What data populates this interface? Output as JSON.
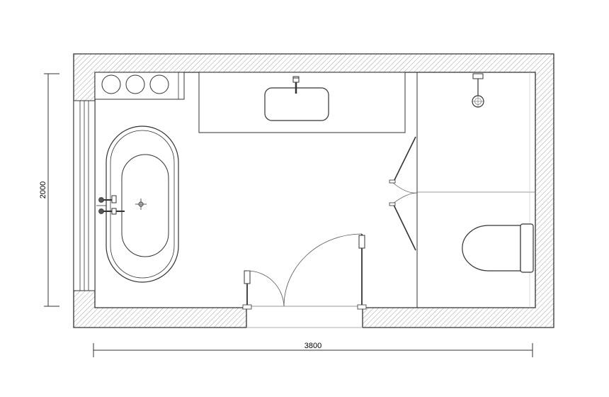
{
  "drawing": {
    "type": "bathroom floor plan",
    "dimensions": {
      "width_label": "3800",
      "height_label": "2000"
    },
    "fixtures": [
      {
        "name": "freestanding-bathtub"
      },
      {
        "name": "vanity-countertop-with-basin"
      },
      {
        "name": "shower-head"
      },
      {
        "name": "wall-hung-toilet"
      },
      {
        "name": "double-swing-entry-door"
      },
      {
        "name": "bifold-shower-door"
      },
      {
        "name": "towel-rolls-shelf",
        "count": 3
      }
    ]
  }
}
